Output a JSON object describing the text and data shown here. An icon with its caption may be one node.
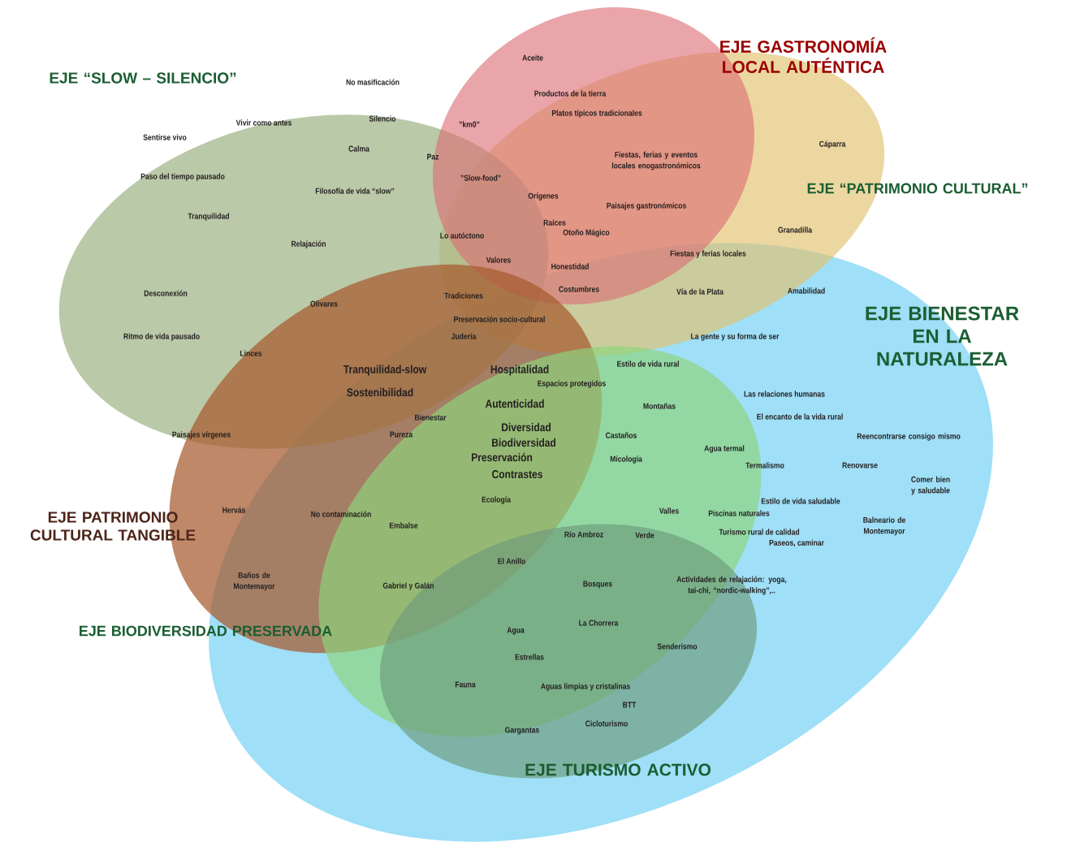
{
  "diagram": {
    "nodes": [
      {
        "text": [
          "EJE “SLOW – SILENCIO”"
        ]
      },
      {
        "text": [
          "EJE GASTRONOMÍA LOCAL AUTÉNTICA"
        ]
      },
      {
        "text": [
          "EJE “PATRIMONIO CULTURAL”"
        ]
      },
      {
        "text": [
          "EJE BIENESTAR EN LA NATURALEZA"
        ]
      },
      {
        "text": [
          "EJE PATRIMONIO CULTURAL TANGIBLE"
        ]
      },
      {
        "text": [
          "EJE BIODIVERSIDAD PRESERVADA"
        ],
        "in": 3
      },
      {
        "text": [
          "EJE TURISMO ACTIVO"
        ],
        "in": 3
      }
    ],
    "labels": [
      "No masificación",
      "Vivir como antes",
      "Silencio",
      "Sentirse vivo",
      "Calma",
      "Paz",
      "Paso del tiempo pausado",
      "Filosofía de vida “slow”",
      "Tranquilidad",
      "Relajación",
      "Desconexión",
      "Olivares",
      "Ritmo de vida pausado",
      "Linces",
      "Tranquilidad-slow",
      "Sostenibilidad",
      "Paisajes vírgenes",
      "Aceite",
      "Productos de la tierra",
      "Platos típicos tradicionales",
      "”km0”",
      "Fiestas, ferias y eventos locales enogastronómicos",
      "”Slow-food”",
      "Orígenes",
      "Paisajes gastronómicos",
      "Lo autóctono",
      "Raíces",
      "Otoño Mágico",
      "Valores",
      "Honestidad",
      "Fiestas y ferias locales",
      "Costumbres",
      "Vía de la Plata",
      "Amabilidad",
      "Tradiciones",
      "Preservación socio-cultural",
      "Judería",
      "La gente y su forma de ser",
      "Cáparra",
      "Granadilla",
      "Estilo de vida rural",
      "Hospitalidad",
      "Espacios protegidos",
      "Autenticidad",
      "Montañas",
      "Las relaciones humanas",
      "Bienestar",
      "El encanto de la vida rural",
      "Pureza",
      "Diversidad",
      "Biodiversidad",
      "Castaños",
      "Reencontrarse consigo mismo",
      "Preservación",
      "Agua termal",
      "Micología",
      "Termalismo",
      "Renovarse",
      "Contrastes",
      "Comer bien y saludable",
      "Ecología",
      "Estilo de vida saludable",
      "Hervás",
      "No contaminación",
      "Valles",
      "Piscinas naturales",
      "Balneario de Montemayor",
      "Embalse",
      "Río Ambroz",
      "Verde",
      "Turismo rural de calidad",
      "Paseos, caminar",
      "El Anillo",
      "Baños de Montemayor",
      "Gabriel y Galán",
      "Bosques",
      "Actividades de relajación: yoga, tai-chi, “nordic-walking”,..",
      "La Chorrera",
      "Agua",
      "Senderismo",
      "Estrellas",
      "Fauna",
      "Aguas limpias y cristalinas",
      "BTT",
      "Cicloturismo",
      "Gargantas"
    ]
  }
}
